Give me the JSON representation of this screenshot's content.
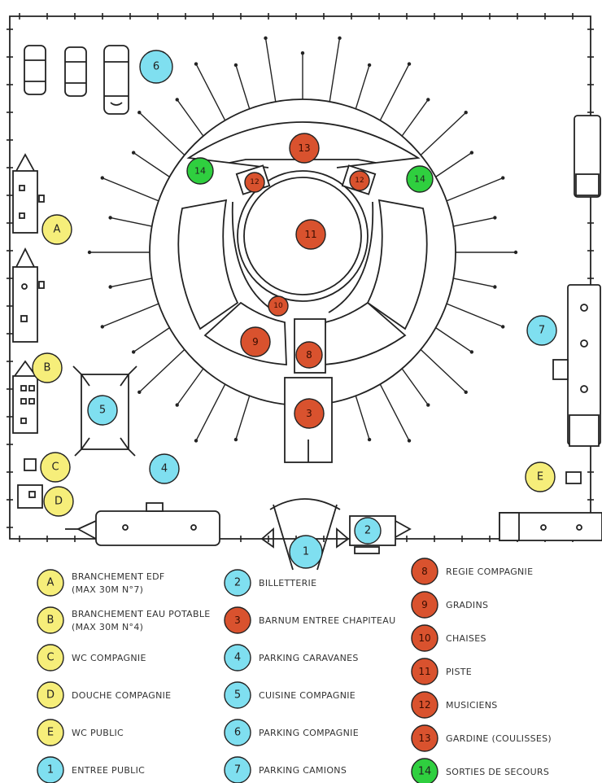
{
  "colors": {
    "yellow": "#f6ee7a",
    "cyan": "#7fdff0",
    "red": "#d9522e",
    "green": "#2fcf3f",
    "ink": "#222222"
  },
  "markers": {
    "m6": "6",
    "mA": "A",
    "mB": "B",
    "mC": "C",
    "mD": "D",
    "mE": "E",
    "m4": "4",
    "m5": "5",
    "m7": "7",
    "m2": "2",
    "m1": "1",
    "m3": "3",
    "m8": "8",
    "m9": "9",
    "m10": "10",
    "m11": "11",
    "m12a": "12",
    "m12b": "12",
    "m13": "13",
    "m14a": "14",
    "m14b": "14"
  },
  "legend": [
    {
      "key": "A",
      "color": "yellow",
      "label": "BRANCHEMENT EDF",
      "sub": "(MAX 30M N°7)"
    },
    {
      "key": "B",
      "color": "yellow",
      "label": "BRANCHEMENT EAU POTABLE",
      "sub": "(MAX 30M N°4)"
    },
    {
      "key": "C",
      "color": "yellow",
      "label": "WC COMPAGNIE",
      "sub": ""
    },
    {
      "key": "D",
      "color": "yellow",
      "label": "DOUCHE COMPAGNIE",
      "sub": ""
    },
    {
      "key": "E",
      "color": "yellow",
      "label": "WC PUBLIC",
      "sub": ""
    },
    {
      "key": "1",
      "color": "cyan",
      "label": "ENTREE PUBLIC",
      "sub": ""
    },
    {
      "key": "2",
      "color": "cyan",
      "label": "BILLETTERIE",
      "sub": ""
    },
    {
      "key": "3",
      "color": "red",
      "label": "BARNUM ENTREE CHAPITEAU",
      "sub": ""
    },
    {
      "key": "4",
      "color": "cyan",
      "label": "PARKING CARAVANES",
      "sub": ""
    },
    {
      "key": "5",
      "color": "cyan",
      "label": "CUISINE COMPAGNIE",
      "sub": ""
    },
    {
      "key": "6",
      "color": "cyan",
      "label": "PARKING COMPAGNIE",
      "sub": ""
    },
    {
      "key": "7",
      "color": "cyan",
      "label": "PARKING CAMIONS",
      "sub": ""
    },
    {
      "key": "8",
      "color": "red",
      "label": "REGIE COMPAGNIE",
      "sub": ""
    },
    {
      "key": "9",
      "color": "red",
      "label": "GRADINS",
      "sub": ""
    },
    {
      "key": "10",
      "color": "red",
      "label": "CHAISES",
      "sub": ""
    },
    {
      "key": "11",
      "color": "red",
      "label": "PISTE",
      "sub": ""
    },
    {
      "key": "12",
      "color": "red",
      "label": "MUSICIENS",
      "sub": ""
    },
    {
      "key": "13",
      "color": "red",
      "label": "GARDINE (COULISSES)",
      "sub": ""
    },
    {
      "key": "14",
      "color": "green",
      "label": "SORTIES DE SECOURS",
      "sub": ""
    }
  ]
}
